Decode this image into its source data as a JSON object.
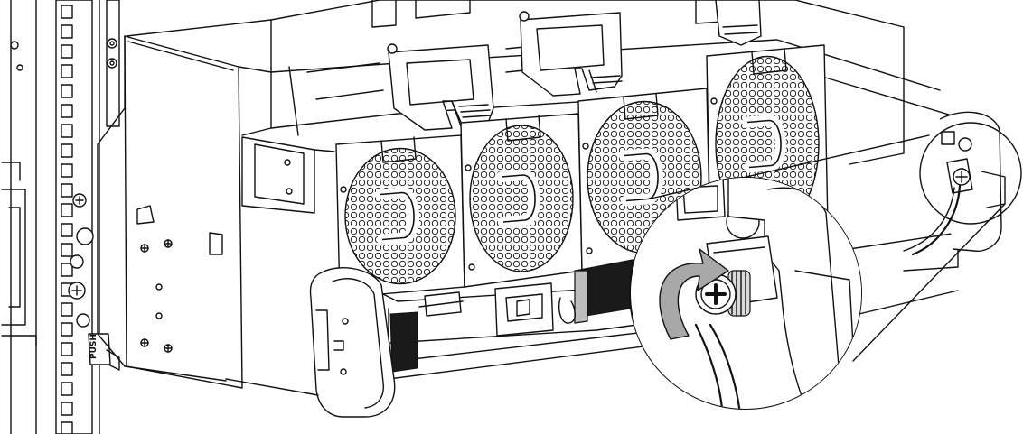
{
  "figure": {
    "label_text": "PUSH",
    "colors": {
      "line": "#111111",
      "background": "#ffffff",
      "arrow": "#a8a8a8",
      "dark_panel": "#1a1a1a"
    },
    "parts": [
      "rack-rail",
      "chassis-side-bracket",
      "fan-module",
      "fan-handle",
      "front-bezel-handle",
      "captive-thumbscrew",
      "detail-magnifier-callout",
      "rotation-arrow"
    ]
  }
}
